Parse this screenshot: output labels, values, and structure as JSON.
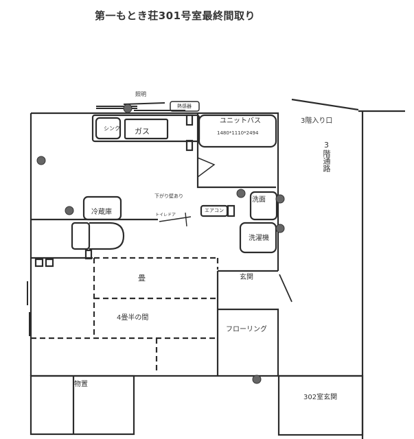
{
  "title": "第一もとき荘301号室最終間取り",
  "colors": {
    "line": "#2b2b2b",
    "background": "#ffffff",
    "text": "#333333",
    "outlet": "#555555"
  },
  "labels": {
    "lighting": "照明",
    "smoke_detector": "熱感器",
    "sink": "シンク",
    "gas": "ガス",
    "unit_bath": "ユニットバス",
    "unit_bath_size": "1480*1110*2494",
    "entrance_3f": "3階入り口",
    "corridor_3f": "3階通路",
    "hanging_wall": "下がり壁あり",
    "toilet_door": "トイレドア",
    "refrigerator": "冷蔵庫",
    "aircon": "エアコン",
    "washbasin": "洗面",
    "washing_machine": "洗濯機",
    "tatami": "畳",
    "genkan": "玄関",
    "room_4_5": "4畳半の間",
    "flooring": "フローリング",
    "storage": "物置",
    "room302_genkan": "302室玄関"
  },
  "icons": [
    "outlet-icon",
    "door-swing-icon",
    "arrow-icon"
  ]
}
